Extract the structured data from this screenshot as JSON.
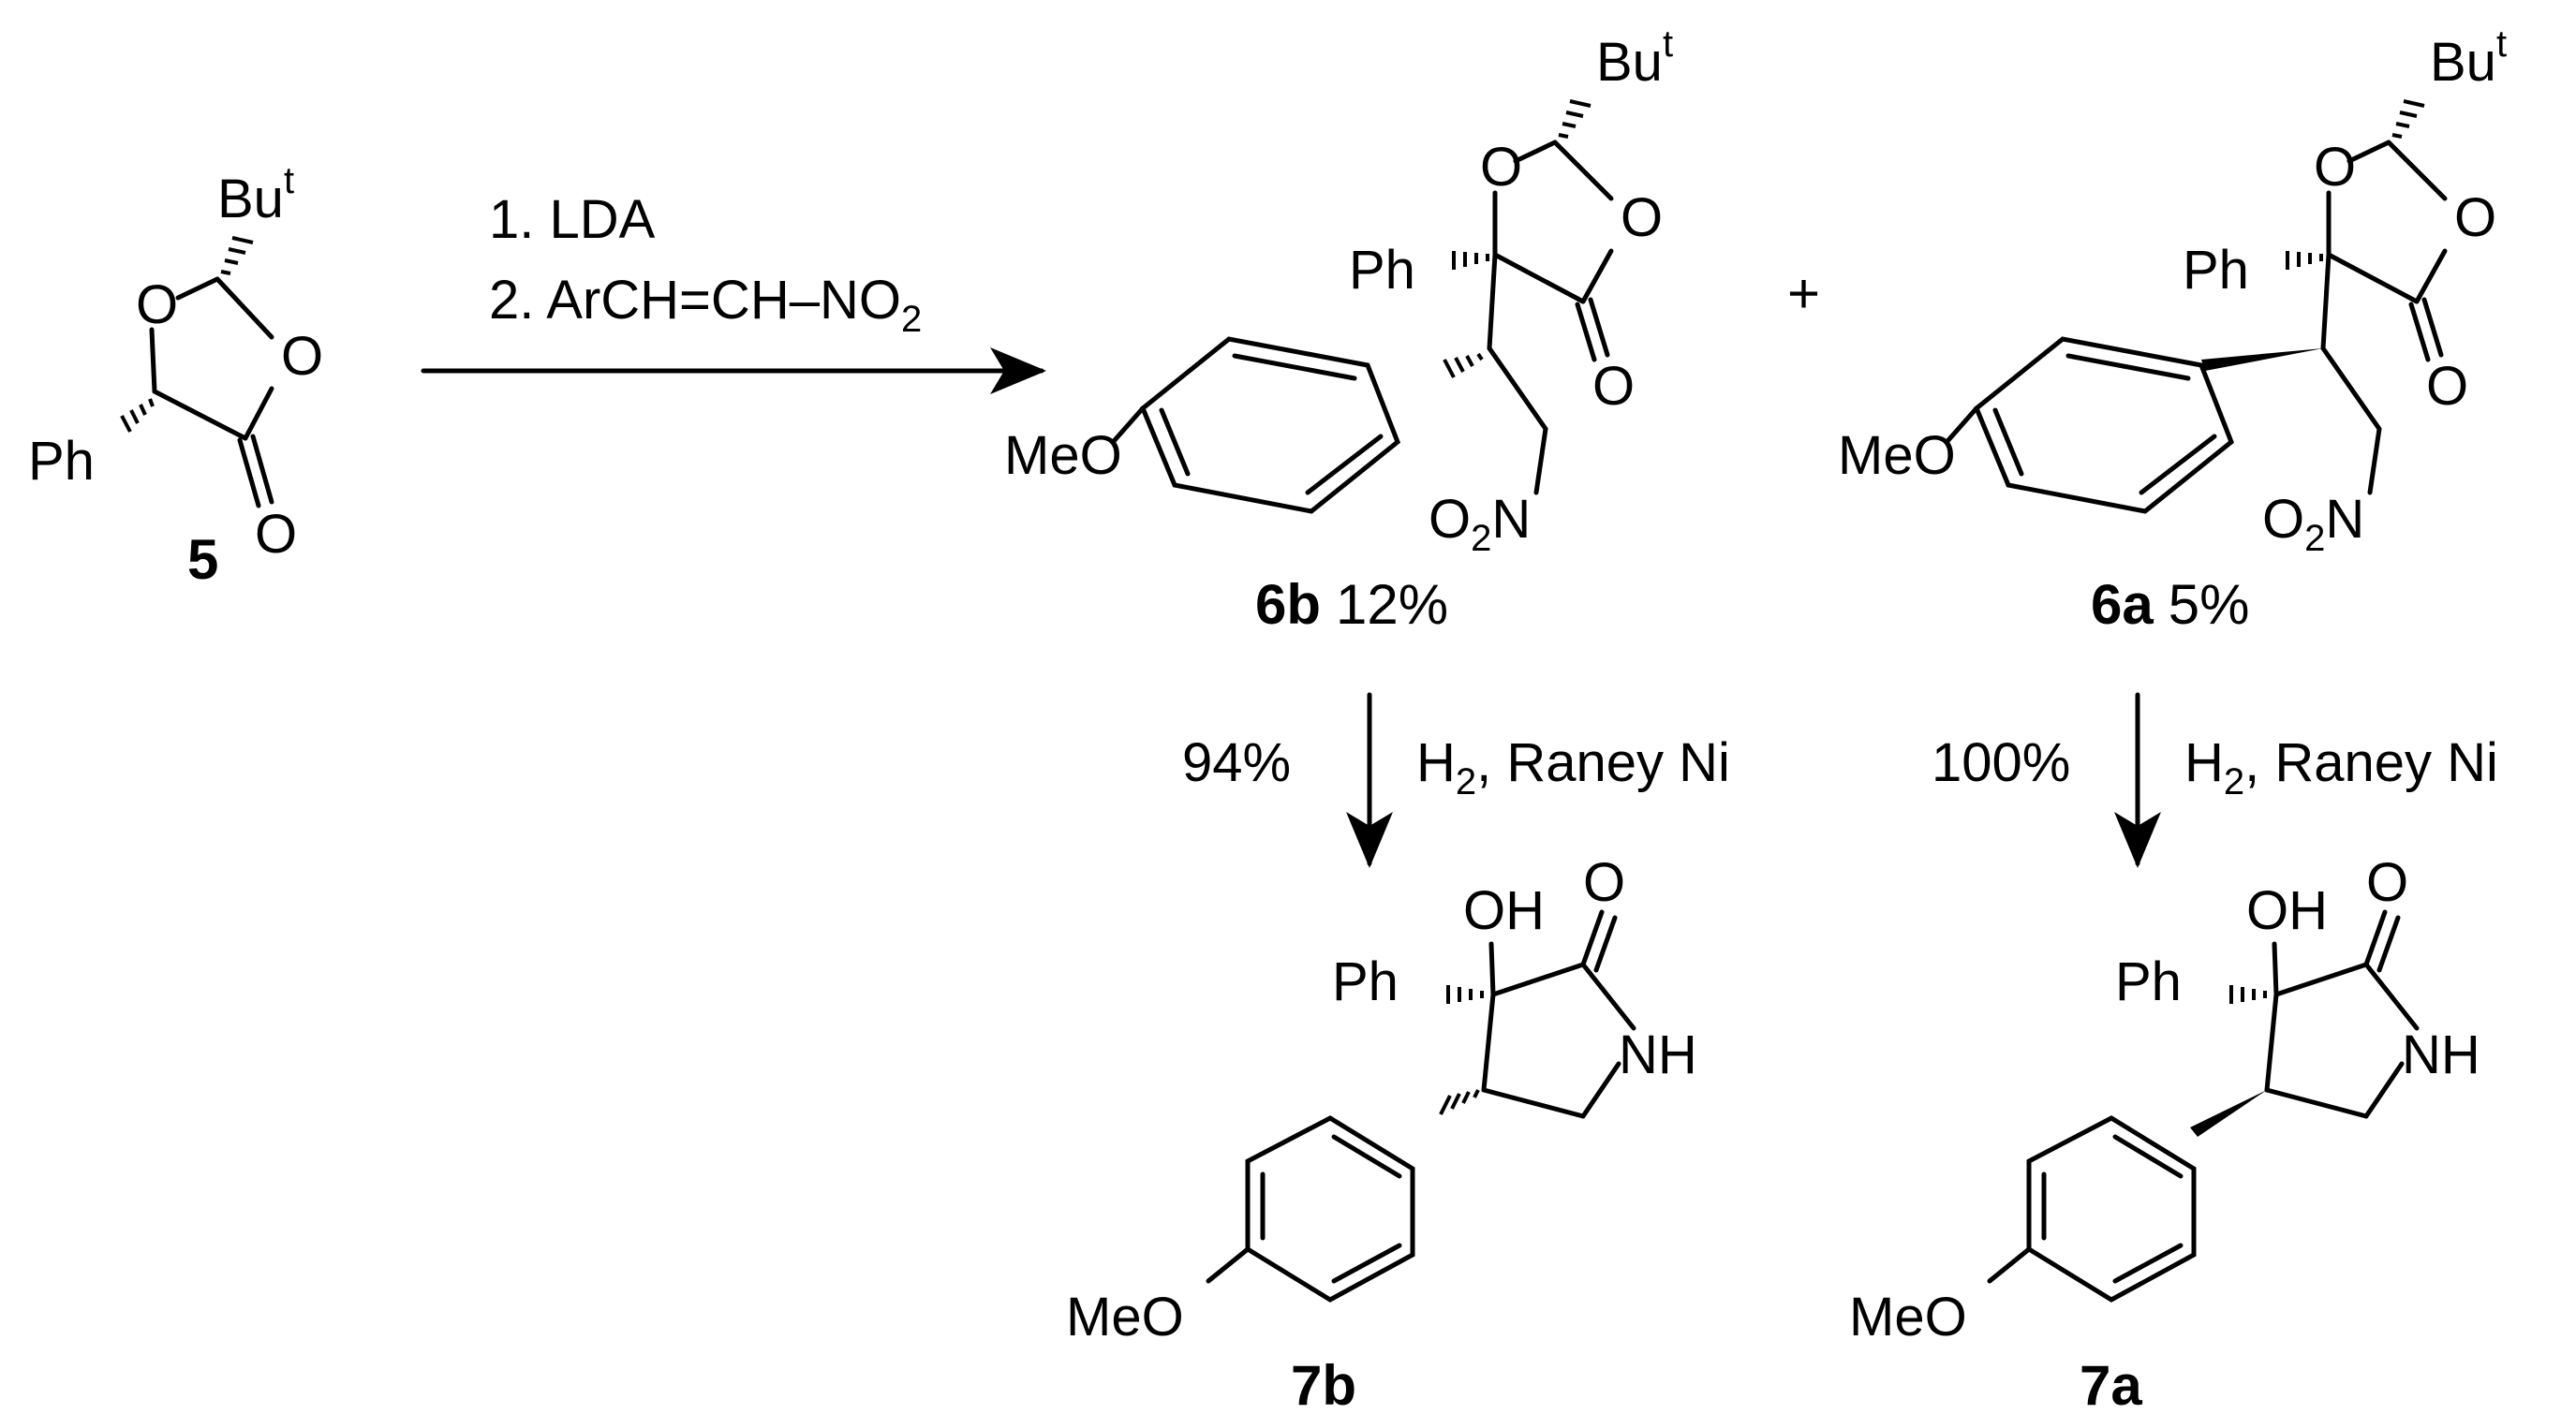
{
  "scheme": {
    "reagents": {
      "step1": "1. LDA",
      "step2_main": "2. ArCH=CH–NO",
      "step2_sub": "2"
    },
    "plus": "+",
    "atoms": {
      "but_main": "Bu",
      "but_sup": "t",
      "oxygen": "O",
      "phenyl": "Ph",
      "methoxy": "MeO",
      "nitro_o": "O",
      "nitro_sub": "2",
      "nitro_n": "N",
      "hydroxyl": "OH",
      "amide_nh": "NH"
    },
    "compounds": {
      "c5": {
        "label": "5"
      },
      "c6b": {
        "label": "6b",
        "yield": "12%"
      },
      "c6a": {
        "label": "6a",
        "yield": "5%"
      },
      "c7b": {
        "label": "7b"
      },
      "c7a": {
        "label": "7a"
      }
    },
    "hydrogenation_left": {
      "yield": "94%",
      "h": "H",
      "h_sub": "2",
      "rest": ", Raney Ni"
    },
    "hydrogenation_right": {
      "yield": "100%",
      "h": "H",
      "h_sub": "2",
      "rest": ", Raney Ni"
    }
  }
}
